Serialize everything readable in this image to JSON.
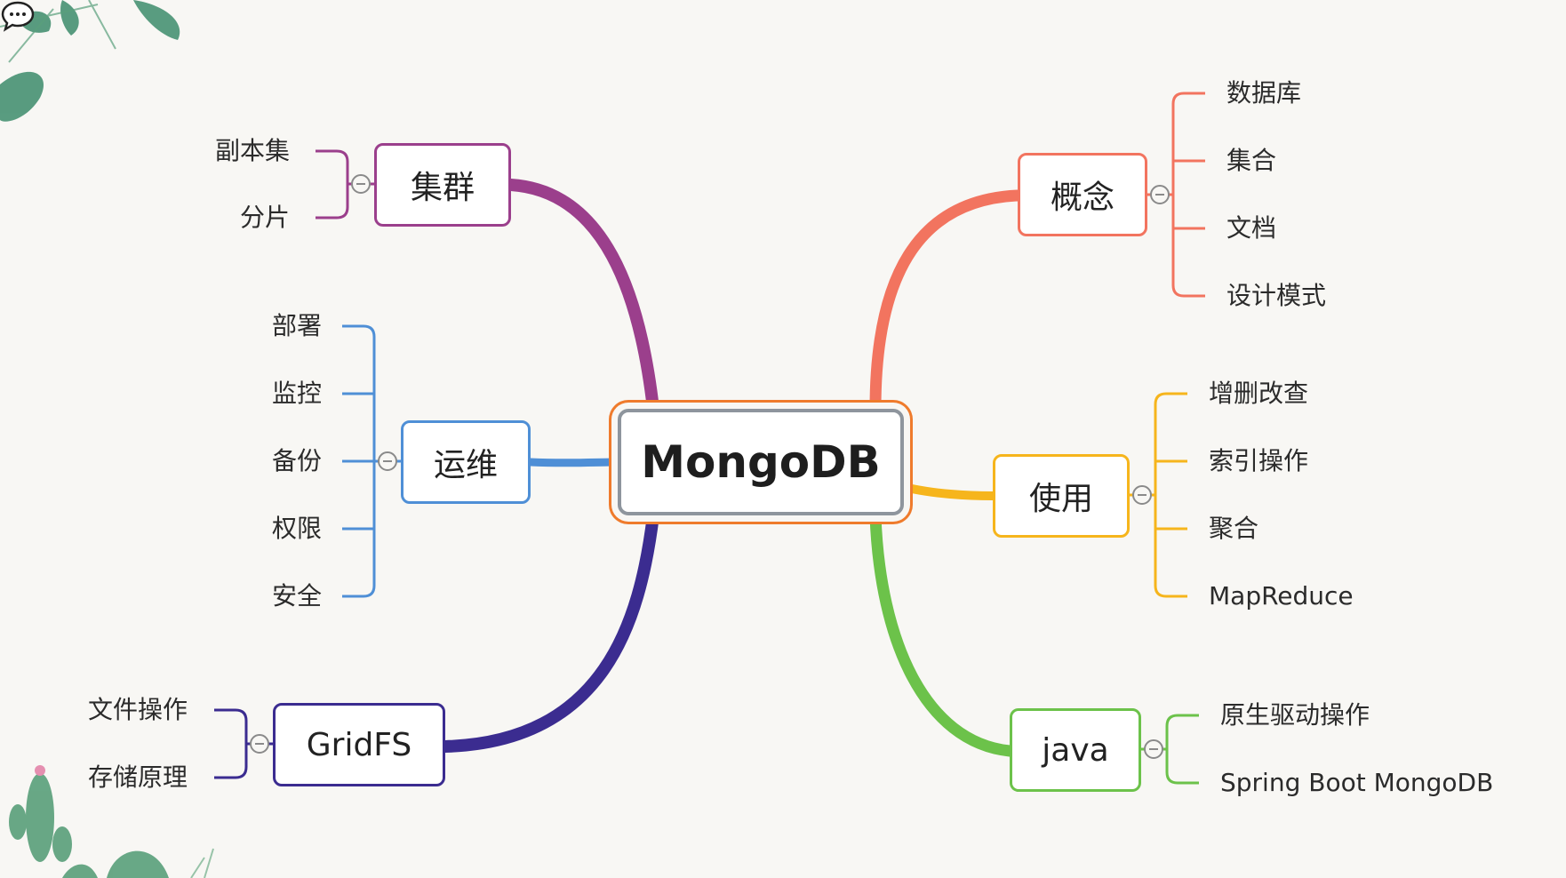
{
  "root": {
    "label": "MongoDB"
  },
  "branches": [
    {
      "id": "concept",
      "label": "概念",
      "color": "#f2745f",
      "children": [
        "数据库",
        "集合",
        "文档",
        "设计模式"
      ]
    },
    {
      "id": "usage",
      "label": "使用",
      "color": "#f6b51c",
      "children": [
        "增删改查",
        "索引操作",
        "聚合",
        "MapReduce"
      ]
    },
    {
      "id": "java",
      "label": "java",
      "color": "#6cc24a",
      "children": [
        "原生驱动操作",
        "Spring Boot MongoDB"
      ]
    },
    {
      "id": "cluster",
      "label": "集群",
      "color": "#9b3f8c",
      "children": [
        "副本集",
        "分片"
      ]
    },
    {
      "id": "ops",
      "label": "运维",
      "color": "#4f8fd6",
      "children": [
        "部署",
        "监控",
        "备份",
        "权限",
        "安全"
      ]
    },
    {
      "id": "gridfs",
      "label": "GridFS",
      "color": "#3b2c90",
      "children": [
        "文件操作",
        "存储原理"
      ]
    }
  ],
  "icons": [
    "comment-icon",
    "collapse-icon",
    "leaf-decoration-icon",
    "cactus-decoration-icon"
  ]
}
